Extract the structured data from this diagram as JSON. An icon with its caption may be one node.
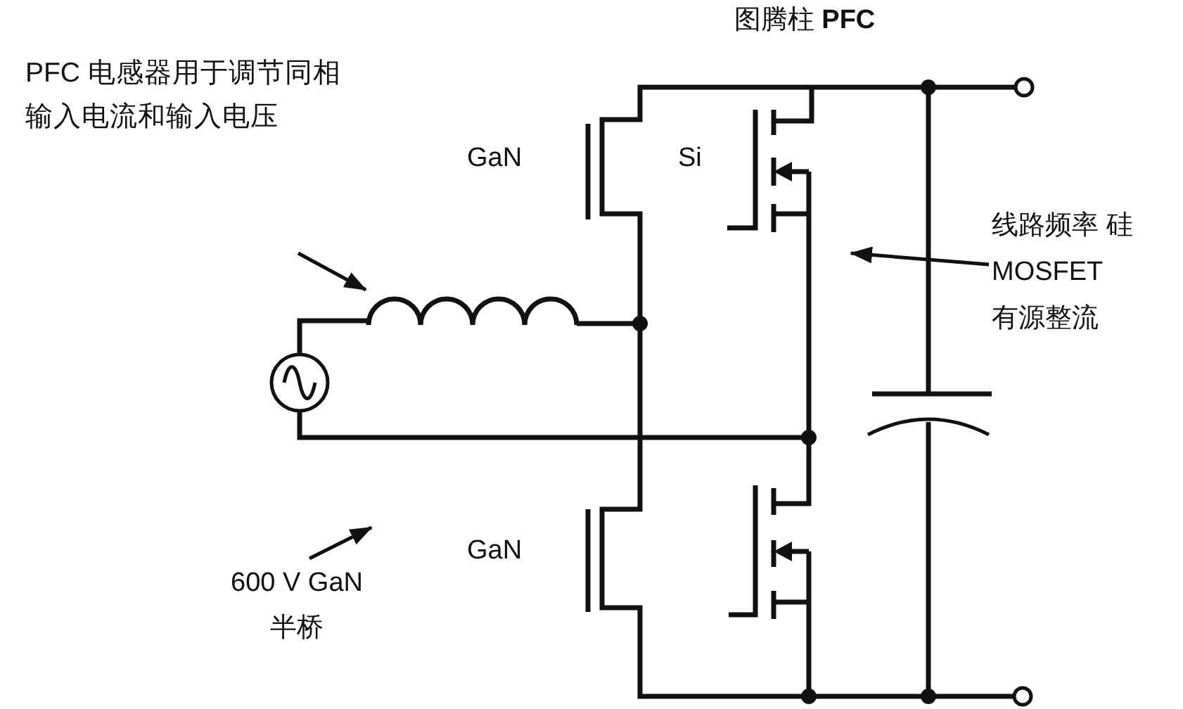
{
  "diagram": {
    "title": "图腾柱 **PFC**",
    "nodes": [
      {
        "text": [],
        "shape": "picture"
      },
      {
        "text": [
          "线路频率 硅 MOSFET 有源整流"
        ]
      },
      {
        "text": [
          "600 V GaN 半桥"
        ]
      }
    ],
    "edges": [
      {
        "from": null,
        "to": 0,
        "arrow": "to"
      },
      {
        "from": 1,
        "to": null,
        "arrow": "to"
      },
      {
        "from": 2,
        "to": null,
        "arrow": "to"
      }
    ],
    "labels": [
      "PFC 电感器用于调节同相输入电流和输入电压",
      "GaN",
      "Si",
      "GaN"
    ]
  }
}
